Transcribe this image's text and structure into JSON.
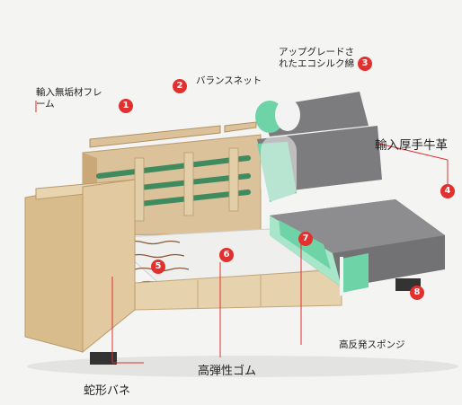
{
  "colors": {
    "accent": "#e2302f",
    "wood": "#d7b98a",
    "leather": "#6e6e70",
    "foam_green": "#6fd3a8"
  },
  "labels": {
    "frame": "輸入無垢材フレーム",
    "frame_line1": "輸入無垢材フレ",
    "frame_line2": "ーム",
    "balance_net": "バランスネット",
    "upgrade_line1": "アップグレードさ",
    "upgrade_line2": "れたエコシルク綿",
    "leather": "輸入厚手牛革",
    "foam": "高反発スポンジ",
    "rubber": "高弾性ゴム",
    "spring": "蛇形バネ"
  },
  "markers": [
    "1",
    "2",
    "3",
    "4",
    "5",
    "6",
    "7",
    "8"
  ]
}
